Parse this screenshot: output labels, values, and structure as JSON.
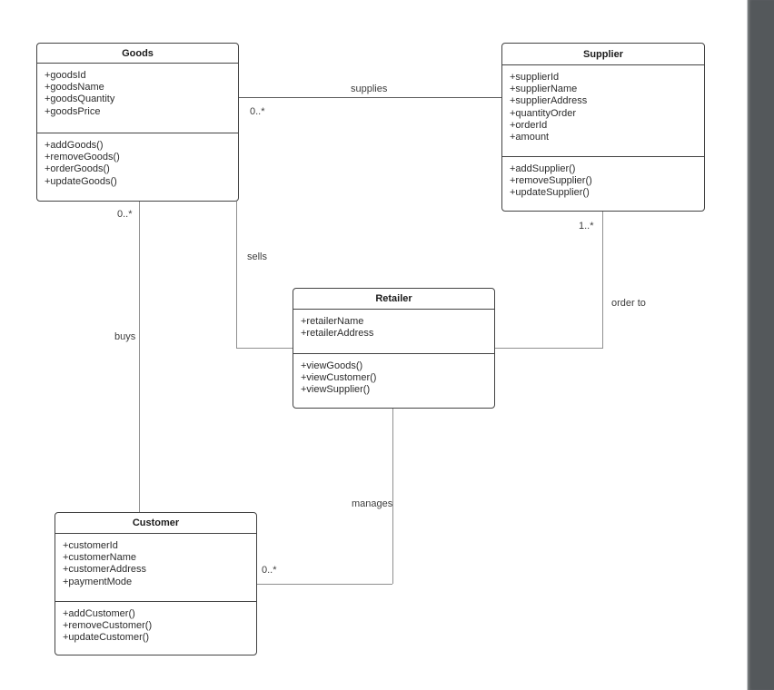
{
  "canvas": {
    "background_color": "#ffffff",
    "side_panel_color": "#54585b",
    "box_border_color": "#424242",
    "connector_color": "#8f8f8f"
  },
  "diagram": {
    "type": "uml-class-diagram",
    "classes": [
      {
        "title": "Goods",
        "attributes": [
          "+goodsId",
          "+goodsName",
          "+goodsQuantity",
          "+goodsPrice"
        ],
        "methods": [
          "+addGoods()",
          "+removeGoods()",
          "+orderGoods()",
          "+updateGoods()"
        ]
      },
      {
        "title": "Supplier",
        "attributes": [
          "+supplierId",
          "+supplierName",
          "+supplierAddress",
          "+quantityOrder",
          "+orderId",
          "+amount"
        ],
        "methods": [
          "+addSupplier()",
          "+removeSupplier()",
          "+updateSupplier()"
        ]
      },
      {
        "title": "Retailer",
        "attributes": [
          "+retailerName",
          "+retailerAddress"
        ],
        "methods": [
          "+viewGoods()",
          "+viewCustomer()",
          "+viewSupplier()"
        ]
      },
      {
        "title": "Customer",
        "attributes": [
          "+customerId",
          "+customerName",
          "+customerAddress",
          "+paymentMode"
        ],
        "methods": [
          "+addCustomer()",
          "+removeCustomer()",
          "+updateCustomer()"
        ]
      }
    ],
    "relationships": [
      {
        "label": "supplies",
        "from": "Goods",
        "to": "Supplier",
        "multiplicity": "0..*",
        "multiplicity_at": "Goods"
      },
      {
        "label": "sells",
        "from": "Goods",
        "to": "Retailer"
      },
      {
        "label": "buys",
        "from": "Goods",
        "to": "Customer",
        "multiplicity": "0..*",
        "multiplicity_at": "Goods"
      },
      {
        "label": "order to",
        "from": "Supplier",
        "to": "Retailer",
        "multiplicity": "1..*",
        "multiplicity_at": "Supplier"
      },
      {
        "label": "manages",
        "from": "Retailer",
        "to": "Customer",
        "multiplicity": "0..*",
        "multiplicity_at": "Customer"
      }
    ]
  }
}
